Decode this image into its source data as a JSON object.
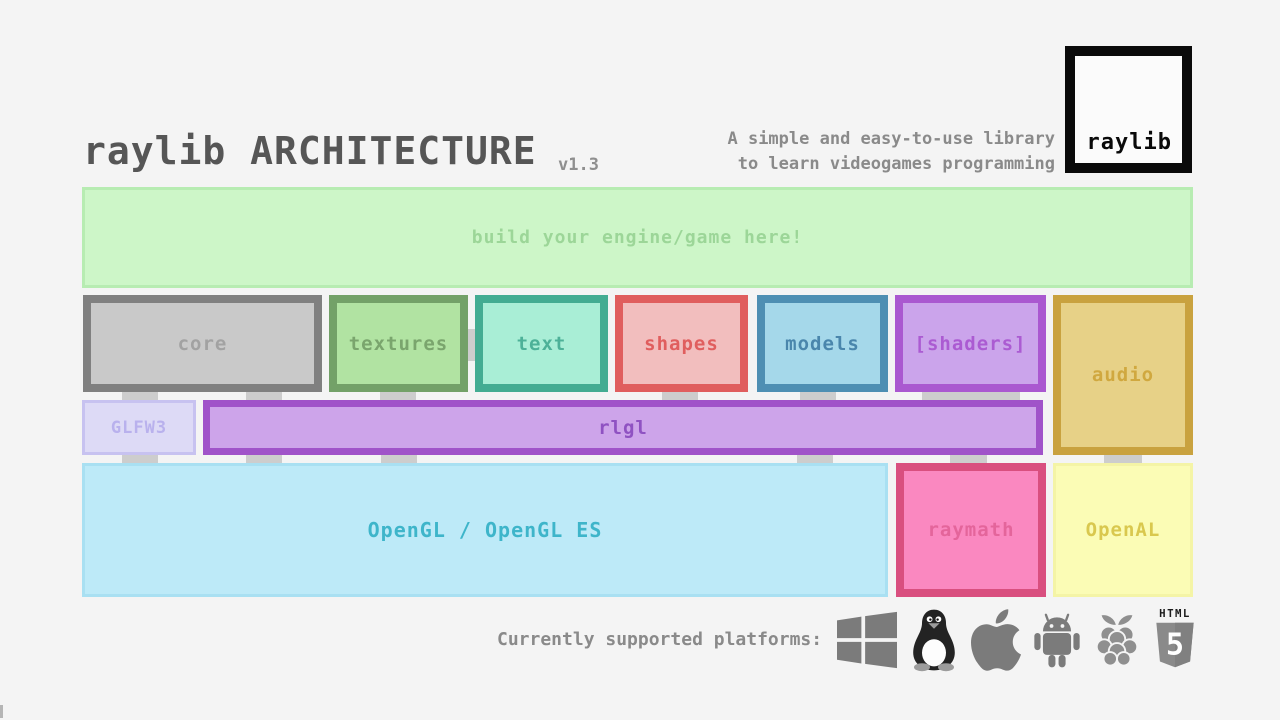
{
  "header": {
    "title": "raylib ARCHITECTURE",
    "version": "v1.3",
    "tagline_line1": "A simple and easy-to-use library",
    "tagline_line2": "to learn videogames programming",
    "logo_text": "raylib"
  },
  "diagram": {
    "connector": {
      "fill": "#cdcdcd"
    },
    "boxes": [
      {
        "id": "engine",
        "label": "build your engine/game here!",
        "fill": "#cdf6c8",
        "border": "#b7ecb2",
        "text_color": "#9cd698"
      },
      {
        "id": "core",
        "label": "core",
        "fill": "#c9c9c9",
        "border": "#808080",
        "text_color": "#a2a2a2"
      },
      {
        "id": "textures",
        "label": "textures",
        "fill": "#b1e3a2",
        "border": "#73a168",
        "text_color": "#7aa56d"
      },
      {
        "id": "text",
        "label": "text",
        "fill": "#a9eed6",
        "border": "#43ac92",
        "text_color": "#4db198"
      },
      {
        "id": "shapes",
        "label": "shapes",
        "fill": "#f2bebe",
        "border": "#e05e5e",
        "text_color": "#e05e5e"
      },
      {
        "id": "models",
        "label": "models",
        "fill": "#a5d8ea",
        "border": "#4e8fb3",
        "text_color": "#4a86ac"
      },
      {
        "id": "shaders",
        "label": "[shaders]",
        "fill": "#cba4eb",
        "border": "#aa58d0",
        "text_color": "#ab5bd2"
      },
      {
        "id": "audio",
        "label": "audio",
        "fill": "#e7d187",
        "border": "#c9a23f",
        "text_color": "#d0a83f"
      },
      {
        "id": "glfw3",
        "label": "GLFW3",
        "fill": "#dddaf6",
        "border": "#c7c2f0",
        "text_color": "#b9b1ed"
      },
      {
        "id": "rlgl",
        "label": "rlgl",
        "fill": "#cda4ea",
        "border": "#a053c9",
        "text_color": "#8f52c2"
      },
      {
        "id": "opengl",
        "label": "OpenGL / OpenGL ES",
        "fill": "#bdeaf8",
        "border": "#a9e0f2",
        "text_color": "#3eb5ca"
      },
      {
        "id": "raymath",
        "label": "raymath",
        "fill": "#fa88c0",
        "border": "#d94f7f",
        "text_color": "#e4659b"
      },
      {
        "id": "openal",
        "label": "OpenAL",
        "fill": "#fbfcb5",
        "border": "#f4f4a6",
        "text_color": "#d9c84e"
      }
    ]
  },
  "footer": {
    "label": "Currently supported platforms:",
    "platform_icons": [
      "windows",
      "linux-tux",
      "apple",
      "android",
      "raspberry-pi",
      "html5"
    ],
    "html5_badge_top": "HTML",
    "html5_badge_number": "5",
    "icon_color": "#7b7b7b"
  }
}
